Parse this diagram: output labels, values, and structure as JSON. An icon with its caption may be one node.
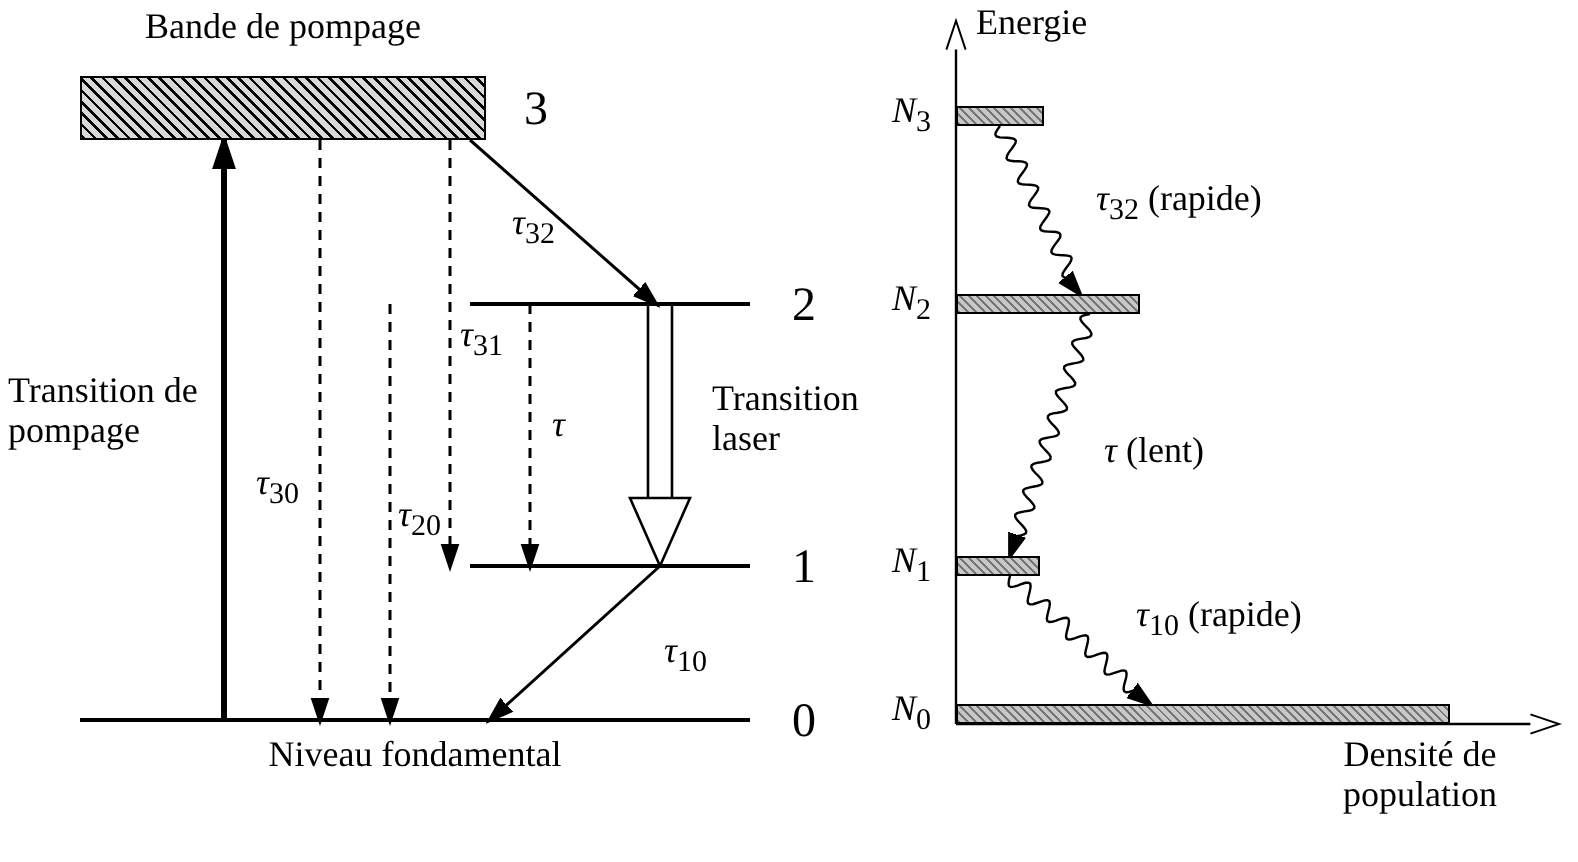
{
  "diagram": {
    "nodes": [
      {
        "text": [
          "Bande de pompage"
        ],
        "beside": [
          "3"
        ]
      },
      {
        "text": [],
        "shape": "bar",
        "beside": [
          "2"
        ]
      },
      {
        "text": [],
        "shape": "bar",
        "beside": [
          "1"
        ]
      },
      {
        "text": [
          "Niveau fondamental"
        ],
        "beside": [
          "0"
        ]
      },
      {
        "text": [],
        "shape": "bar",
        "beside": [
          "*N*$_{3}$"
        ]
      },
      {
        "text": [],
        "shape": "bar",
        "beside": [
          "*N*$_{2}$"
        ]
      },
      {
        "text": [],
        "shape": "bar",
        "beside": [
          "*N*$_{1}$"
        ]
      },
      {
        "text": [],
        "shape": "bar",
        "beside": [
          "*N*$_{0}$"
        ]
      }
    ],
    "edges": [
      {
        "from": 3,
        "to": 0,
        "arrow": "to",
        "style": "thick",
        "label": "Transition de pompage"
      },
      {
        "from": 0,
        "to": 3,
        "arrow": "to",
        "style": "dashed",
        "label": "*τ*$_{30}$"
      },
      {
        "from": 0,
        "to": 2,
        "arrow": "to",
        "style": "dashed",
        "label": "*τ*$_{31}$"
      },
      {
        "from": 1,
        "to": 3,
        "arrow": "to",
        "style": "dashed",
        "label": "*τ*$_{20}$"
      },
      {
        "from": 0,
        "to": 1,
        "arrow": "to",
        "label": "*τ*$_{32}$"
      },
      {
        "from": 1,
        "to": 2,
        "arrow": "to",
        "style": "dashed",
        "label": "*τ*"
      },
      {
        "from": 1,
        "to": 2,
        "arrow": "to",
        "label": "Transition laser"
      },
      {
        "from": 2,
        "to": 3,
        "arrow": "to",
        "label": "*τ*$_{10}$"
      },
      {
        "from": 4,
        "to": 5,
        "arrow": "to",
        "label": "*τ*$_{32}$ (rapide)"
      },
      {
        "from": 5,
        "to": 6,
        "arrow": "to",
        "label": "*τ* (lent)"
      },
      {
        "from": 6,
        "to": 7,
        "arrow": "to",
        "label": "*τ*$_{10}$ (rapide)"
      }
    ],
    "labels": [
      "Energie",
      "Densité de population"
    ]
  }
}
